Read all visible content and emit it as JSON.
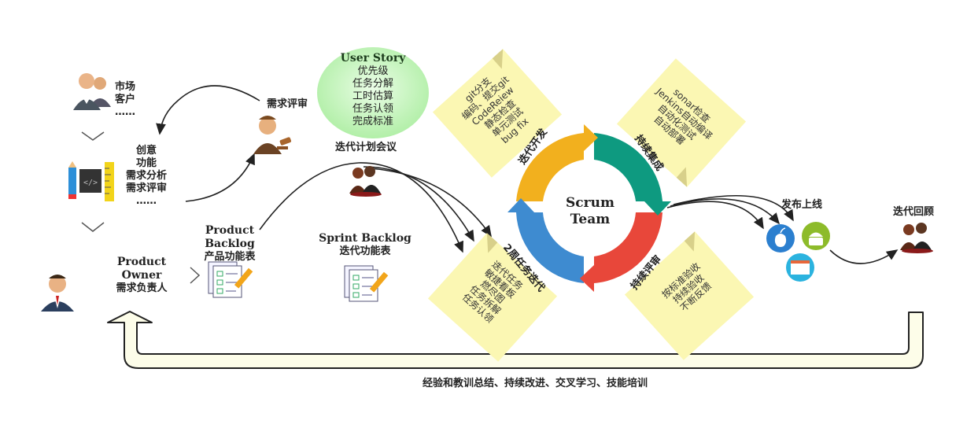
{
  "left_column": {
    "market_label": [
      "市场",
      "客户",
      "……"
    ],
    "idea_label": [
      "创意",
      "功能",
      "需求分析",
      "需求评审",
      "……"
    ],
    "product_owner": {
      "en": "Product Owner",
      "cn": "需求负责人"
    }
  },
  "review": {
    "label": "需求评审"
  },
  "user_story": {
    "title": "User Story",
    "items": [
      "优先级",
      "任务分解",
      "工时估算",
      "任务认领",
      "完成标准"
    ]
  },
  "planning_meeting": {
    "label": "迭代计划会议"
  },
  "product_backlog": {
    "en": "Product Backlog",
    "cn": "产品功能表"
  },
  "sprint_backlog": {
    "en": "Sprint Backlog",
    "cn": "迭代功能表"
  },
  "scrum": {
    "center": "Scrum Team",
    "segments": [
      {
        "label": "迭代开发",
        "color": "#f2b01e"
      },
      {
        "label": "持续集成",
        "color": "#0e9a80"
      },
      {
        "label": "持续评审",
        "color": "#e8473a"
      },
      {
        "label": "2周任务迭代",
        "color": "#3e8bd0"
      }
    ]
  },
  "notes": {
    "dev": [
      "git分支",
      "编码、提交git",
      "CodeReiew",
      "静态检查",
      "单元测试",
      "bug fix"
    ],
    "ci": [
      "sonar检查",
      "Jenkins自动编译",
      "自动化测试",
      "自动部署"
    ],
    "review": [
      "按标准验收",
      "持续验收",
      "不断反馈"
    ],
    "iteration": [
      "迭代任务",
      "敏捷看板",
      "燃尽图",
      "任务拆解",
      "任务认领"
    ]
  },
  "release": {
    "label": "发布上线",
    "icons": [
      "apple-icon",
      "android-icon",
      "web-icon"
    ]
  },
  "retrospective": {
    "label": "迭代回顾"
  },
  "feedback_loop": {
    "label": "经验和教训总结、持续改进、交叉学习、技能培训"
  },
  "colors": {
    "note": "#fbf7b3",
    "bubble": "#b8f2b0",
    "loop_fill": "#fdfde9"
  }
}
